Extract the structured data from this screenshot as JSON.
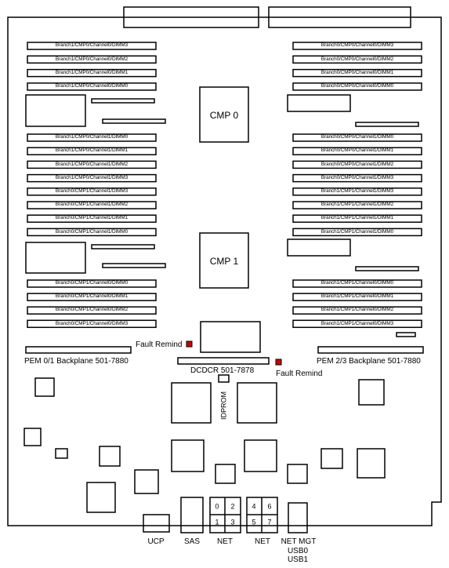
{
  "cmp": [
    "CMP 0",
    "CMP 1"
  ],
  "dimms_left_top": [
    "Branch1/CMP0/Channel0/DIMM3",
    "Branch1/CMP0/Channel0/DIMM2",
    "Branch1/CMP0/Channel0/DIMM1",
    "Branch1/CMP0/Channel0/DIMM0"
  ],
  "dimms_right_top": [
    "Branch0/CMP0/Channel0/DIMM3",
    "Branch0/CMP0/Channel0/DIMM2",
    "Branch0/CMP0/Channel0/DIMM1",
    "Branch0/CMP0/Channel0/DIMM0"
  ],
  "dimms_left_mid": [
    "Branch1/CMP0/Channel1/DIMM0",
    "Branch1/CMP0/Channel1/DIMM1",
    "Branch1/CMP0/Channel1/DIMM2",
    "Branch1/CMP0/Channel1/DIMM3",
    "Branch0/CMP1/Channel1/DIMM3",
    "Branch0/CMP1/Channel1/DIMM2",
    "Branch0/CMP1/Channel1/DIMM1",
    "Branch0/CMP1/Channel1/DIMM0"
  ],
  "dimms_right_mid": [
    "Branch0/CMP0/Channel1/DIMM0",
    "Branch0/CMP0/Channel1/DIMM1",
    "Branch0/CMP0/Channel1/DIMM2",
    "Branch0/CMP0/Channel1/DIMM3",
    "Branch1/CMP1/Channel1/DIMM3",
    "Branch1/CMP1/Channel1/DIMM2",
    "Branch1/CMP1/Channel1/DIMM1",
    "Branch1/CMP1/Channel1/DIMM0"
  ],
  "dimms_left_bot": [
    "Branch0/CMP1/Channel0/DIMM0",
    "Branch0/CMP1/Channel0/DIMM1",
    "Branch0/CMP1/Channel0/DIMM2",
    "Branch0/CMP1/Channel0/DIMM3"
  ],
  "dimms_right_bot": [
    "Branch1/CMP1/Channel0/DIMM0",
    "Branch1/CMP1/Channel0/DIMM1",
    "Branch1/CMP1/Channel0/DIMM2",
    "Branch1/CMP1/Channel0/DIMM3"
  ],
  "fault_remind_left": "Fault  Remind",
  "fault_remind_right": "Fault  Remind",
  "pem_left": "PEM 0/1  Backplane 501-7880",
  "pem_right": "PEM 2/3  Backplane 501-7880",
  "dcdc": "DCDCR 501-7878",
  "idprom": "IDPROM",
  "net_numbers": [
    "0",
    "2",
    "1",
    "3",
    "4",
    "6",
    "5",
    "7"
  ],
  "bottom_labels": [
    "UCP",
    "SAS",
    "NET",
    "NET",
    "NET  MGT",
    "USB0",
    "USB1"
  ],
  "colors": {
    "led": "#cc0000",
    "line": "#000000",
    "board": "#ffffff"
  }
}
